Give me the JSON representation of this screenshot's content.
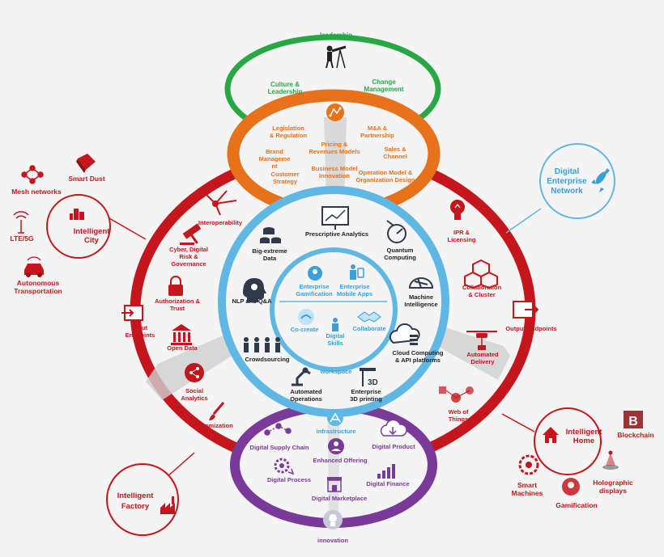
{
  "colors": {
    "green": "#27a844",
    "orange": "#e8711c",
    "red": "#c4161c",
    "blue": "#5fb8e3",
    "purple": "#7a3a9a",
    "dark": "#2f3a4a",
    "gray": "#d0d0d0"
  },
  "leadership": {
    "title": "leadership",
    "culture": [
      "Culture &",
      "Leadership"
    ],
    "change": [
      "Change",
      "Management"
    ]
  },
  "strategy": {
    "title": "strategy",
    "legislation": [
      "Legislation",
      "& Regulation"
    ],
    "ma": [
      "M&A &",
      "Partnership"
    ],
    "pricing": [
      "Pricing &",
      "Revenues Models"
    ],
    "brand": [
      "Brand",
      "Manageme",
      "nt"
    ],
    "sales": [
      "Sales &",
      "Channel"
    ],
    "customer": [
      "Customer",
      "Strategy"
    ],
    "business_model": [
      "Business Model",
      "Innovation"
    ],
    "operation_model": [
      "Operation Model &",
      "Organization Design"
    ]
  },
  "outer": {
    "interoperability": "Interoperability",
    "cyber": [
      "Cyber, Digital",
      "Risk &",
      "Governance"
    ],
    "authorization": [
      "Authorization &",
      "Trust"
    ],
    "open_data": "Open Data",
    "input_endpoints": [
      "Input",
      "Endpoints"
    ],
    "social": [
      "Social",
      "Analytics"
    ],
    "customization": "Customization",
    "ipr": [
      "IPR &",
      "Licensing"
    ],
    "collaboration": [
      "Collaboration",
      "& Cluster"
    ],
    "output_endpoints": "Output Endpoints",
    "automated_delivery": [
      "Automated",
      "Delivery"
    ],
    "web_of_things": [
      "Web of",
      "Things"
    ]
  },
  "blue_ring": {
    "prescriptive": "Prescriptive Analytics",
    "big_data": [
      "Big-extreme",
      "Data"
    ],
    "quantum": [
      "Quantum",
      "Computing"
    ],
    "nlp": "NLP and Q&A",
    "machine_intel": [
      "Machine",
      "Intelligence"
    ],
    "crowdsourcing": "Crowdsourcing",
    "cloud": [
      "Cloud Computing",
      "& API platforms"
    ],
    "automated_ops": [
      "Automated",
      "Operations"
    ],
    "printing": [
      "Enterprise",
      "3D printing"
    ],
    "infrastructure": "infrastructure"
  },
  "center": {
    "gamification": [
      "Enterprise",
      "Gamification"
    ],
    "mobile_apps": [
      "Enterprise",
      "Mobile Apps"
    ],
    "cocreate": "Co-create",
    "collaborate": "Collaborate",
    "skills": [
      "Digital",
      "Skills"
    ],
    "workspace": "workspace"
  },
  "purple_ring": {
    "supply_chain": "Digital Supply Chain",
    "digital_product": "Digital Product",
    "enhanced_offering": "Enhanced Offering",
    "digital_process": "Digital Process",
    "digital_finance": "Digital Finance",
    "marketplace": "Digital Marketplace",
    "innovation": "innovation"
  },
  "city": {
    "title": [
      "Intelligent",
      "City"
    ],
    "mesh": "Mesh networks",
    "smart_dust": "Smart Dust",
    "lte": "LTE/5G",
    "autonomous": [
      "Autonomous",
      "Transportation"
    ]
  },
  "enterprise_network": {
    "title": [
      "Digital",
      "Enterprise",
      "Network"
    ]
  },
  "home": {
    "title": [
      "Intelligent",
      "Home"
    ],
    "blockchain": "Blockchain",
    "smart_machines": [
      "Smart",
      "Machines"
    ],
    "holographic": [
      "Holographic",
      "displays"
    ],
    "gamification": "Gamification"
  },
  "factory": {
    "title": [
      "Intelligent",
      "Factory"
    ]
  }
}
